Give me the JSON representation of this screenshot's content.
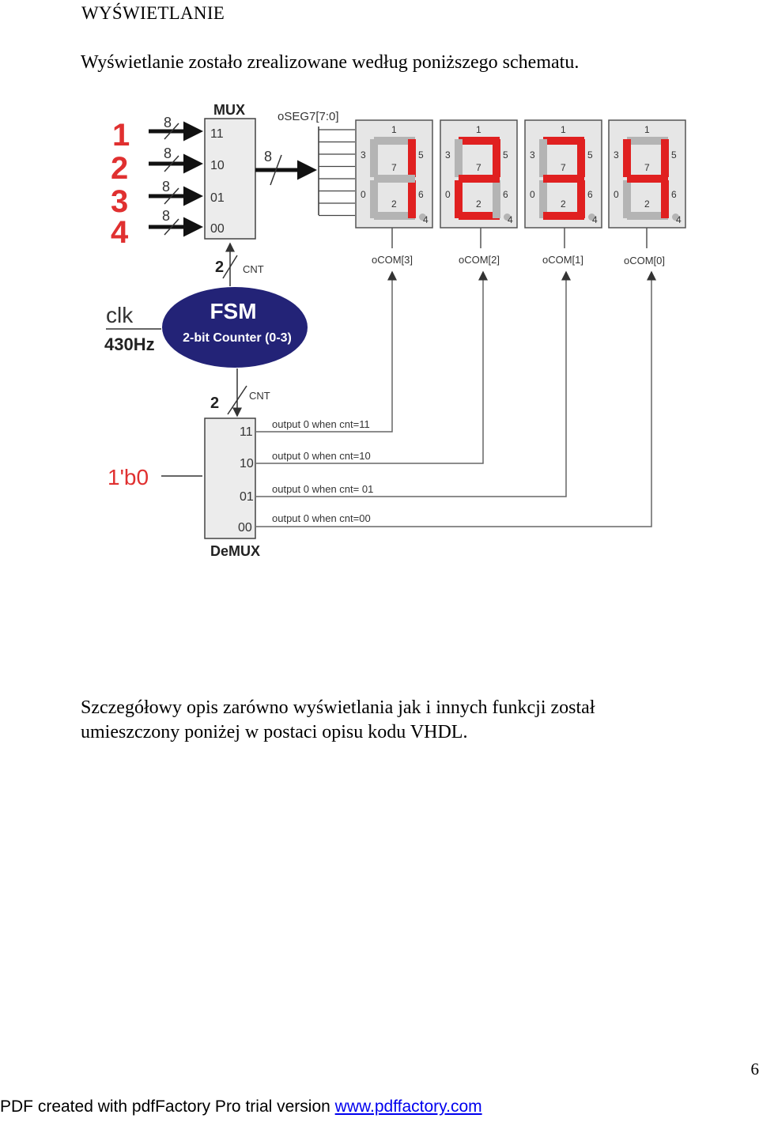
{
  "heading": "WYŚWIETLANIE",
  "intro": "Wyświetlanie zostało zrealizowane według poniższego schematu.",
  "outro": "Szczegółowy opis zarówno wyświetlania jak i innych funkcji został umieszczony poniżej w postaci opisu kodu VHDL.",
  "page_number": "6",
  "footer": {
    "text": "PDF created with pdfFactory Pro trial version ",
    "link": "www.pdffactory.com"
  },
  "diagram": {
    "digits": [
      "1",
      "2",
      "3",
      "4"
    ],
    "bus_width": "8",
    "mux": {
      "title": "MUX",
      "inputs": [
        "11",
        "10",
        "01",
        "00"
      ]
    },
    "seg_bus_label": "oSEG7[7:0]",
    "segment_numbers": [
      "1",
      "3",
      "5",
      "7",
      "0",
      "6",
      "2",
      "4"
    ],
    "displays": [
      {
        "com": "oCOM[3]",
        "lit": [
          "5",
          "6"
        ]
      },
      {
        "com": "oCOM[2]",
        "lit": [
          "1",
          "5",
          "7",
          "0",
          "2"
        ]
      },
      {
        "com": "oCOM[1]",
        "lit": [
          "1",
          "5",
          "7",
          "6",
          "2"
        ]
      },
      {
        "com": "oCOM[0]",
        "lit": [
          "3",
          "5",
          "7",
          "6"
        ]
      }
    ],
    "cnt_width": "2",
    "cnt_label": "CNT",
    "fsm": {
      "title": "FSM",
      "subtitle": "2-bit Counter (0-3)"
    },
    "clk": {
      "name": "clk",
      "freq": "430Hz"
    },
    "demux": {
      "title": "DeMUX",
      "input_label": "1'b0",
      "outputs": [
        "11",
        "10",
        "01",
        "00"
      ],
      "conditions": [
        "output 0 when cnt=11",
        "output 0 when cnt=10",
        "output 0 when cnt= 01",
        "output 0 when cnt=00"
      ]
    },
    "colors": {
      "lit_segment": "#e02020",
      "unlit_segment": "#b4b4b4",
      "fsm_fill": "#232377",
      "input_digits": "#e03030"
    }
  }
}
